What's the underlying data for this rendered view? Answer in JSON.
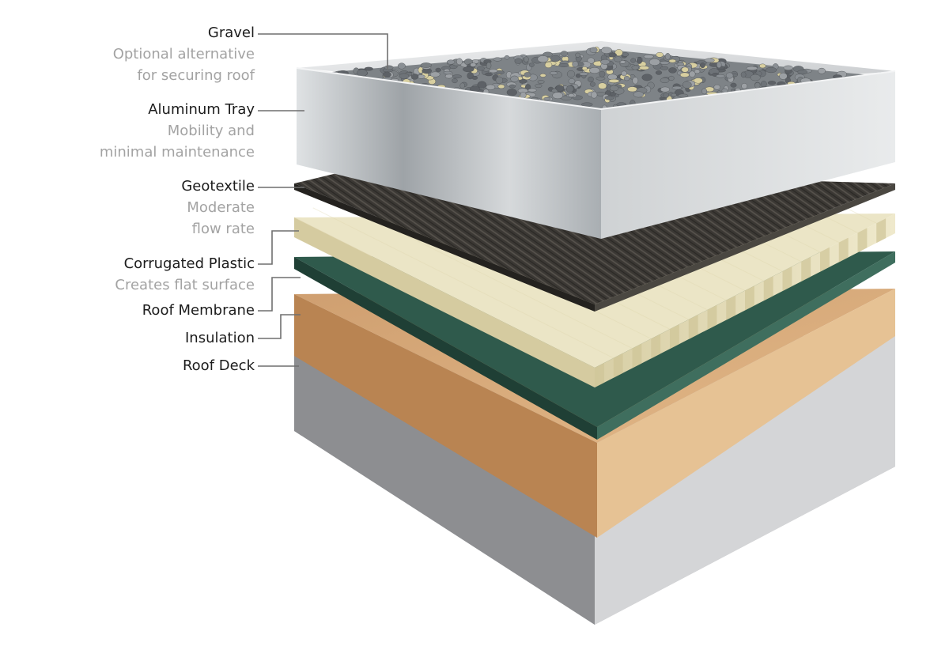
{
  "layers": [
    {
      "id": "gravel",
      "title": "Gravel",
      "description": [
        "Optional alternative",
        "for securing roof"
      ]
    },
    {
      "id": "aluminum-tray",
      "title": "Aluminum Tray",
      "description": [
        "Mobility and",
        "minimal maintenance"
      ]
    },
    {
      "id": "geotextile",
      "title": "Geotextile",
      "description": [
        "Moderate",
        "flow rate"
      ]
    },
    {
      "id": "corrugated-plastic",
      "title": "Corrugated Plastic",
      "description": [
        "Creates flat surface"
      ]
    },
    {
      "id": "roof-membrane",
      "title": "Roof Membrane",
      "description": []
    },
    {
      "id": "insulation",
      "title": "Insulation",
      "description": []
    },
    {
      "id": "roof-deck",
      "title": "Roof Deck",
      "description": []
    }
  ],
  "colors": {
    "label_title": "#1c1c1c",
    "label_description": "#a3a3a3",
    "leader_line": "#6f6f6f",
    "aluminum": "#b9bdc0",
    "geotextile": "#3a3733",
    "corrugated_plastic": "#e9e2c0",
    "roof_membrane": "#2f5a4c",
    "insulation": "#c99a6a",
    "roof_deck": "#c7c8ca"
  }
}
